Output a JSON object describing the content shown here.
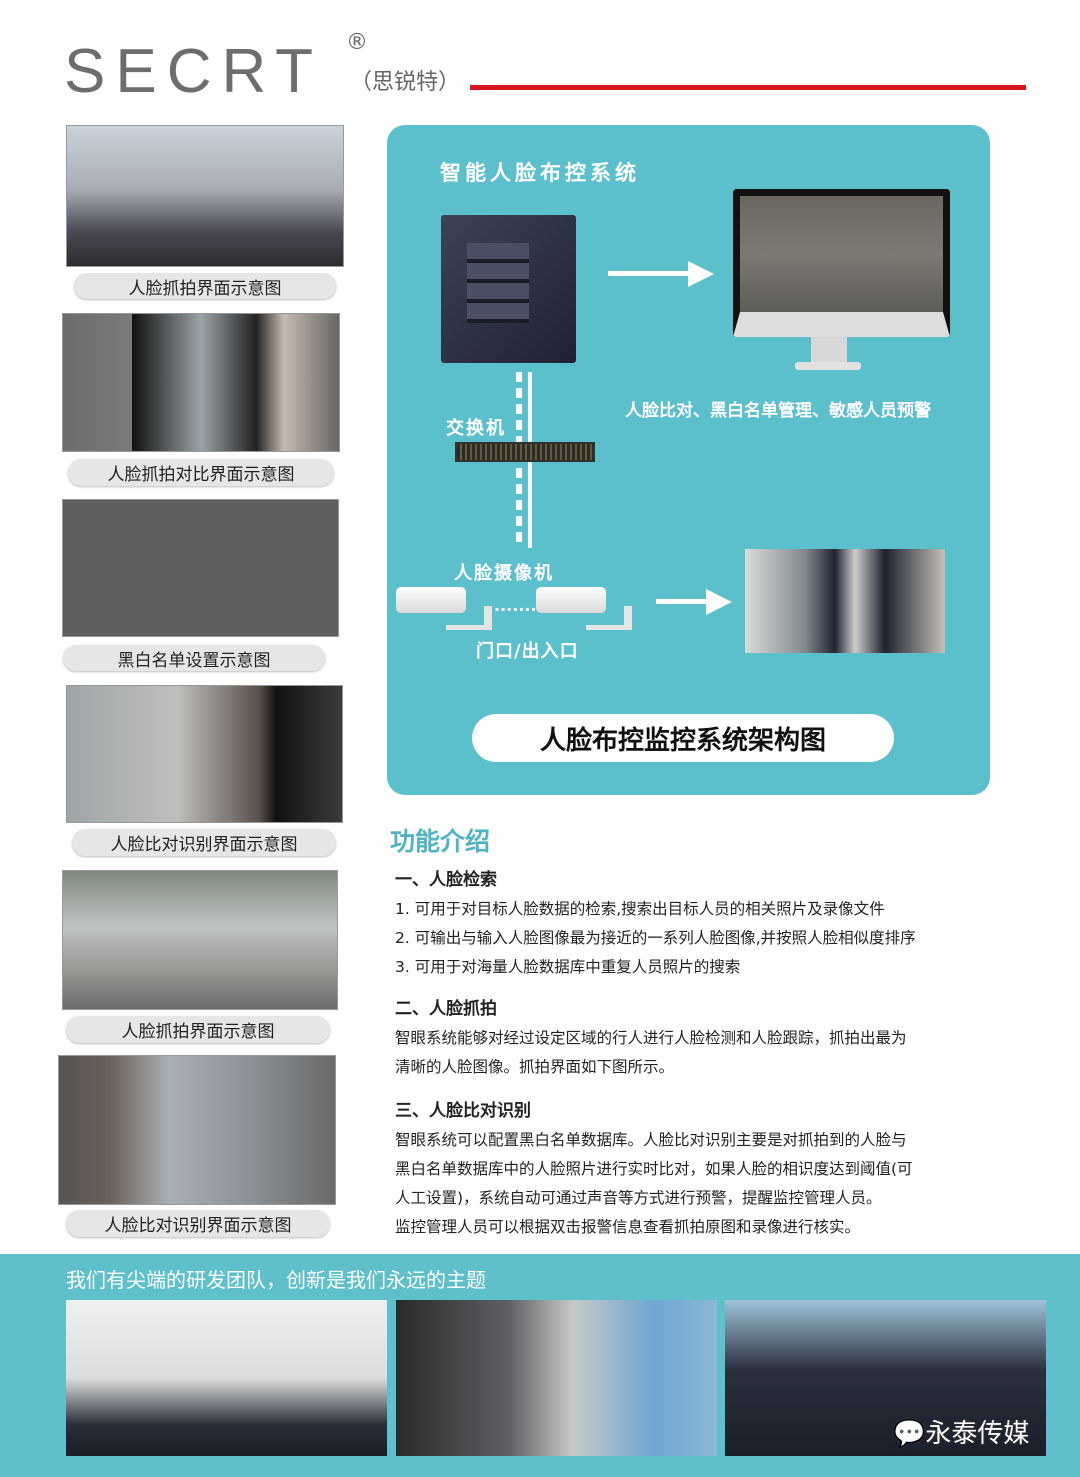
{
  "header": {
    "logo": "SECRT",
    "registered": "®",
    "chinese_name": "（思锐特）",
    "accent_color": "#d8141e"
  },
  "gallery": [
    {
      "caption": "人脸抓拍界面示意图"
    },
    {
      "caption": "人脸抓拍对比界面示意图"
    },
    {
      "caption": "黑白名单设置示意图"
    },
    {
      "caption": "人脸比对识别界面示意图"
    },
    {
      "caption": "人脸抓拍界面示意图"
    },
    {
      "caption": "人脸比对识别界面示意图"
    }
  ],
  "diagram": {
    "title": "智能人脸布控系统",
    "switch_label": "交换机",
    "monitor_caption": "人脸比对、黑白名单管理、敏感人员预警",
    "camera_label": "人脸摄像机",
    "entrance_label": "门口/出入口",
    "dots": "·······",
    "footer": "人脸布控监控系统架构图",
    "panel_color": "#5bbfcc"
  },
  "features": {
    "title": "功能介绍",
    "sections": [
      {
        "heading": "一、人脸检索",
        "lines": [
          "1. 可用于对目标人脸数据的检索,搜索出目标人员的相关照片及录像文件",
          "2. 可输出与输入人脸图像最为接近的一系列人脸图像,并按照人脸相似度排序",
          "3. 可用于对海量人脸数据库中重复人员照片的搜索"
        ]
      },
      {
        "heading": "二、人脸抓拍",
        "lines": [
          "智眼系统能够对经过设定区域的行人进行人脸检测和人脸跟踪，抓拍出最为",
          "清晰的人脸图像。抓拍界面如下图所示。"
        ]
      },
      {
        "heading": "三、人脸比对识别",
        "lines": [
          "智眼系统可以配置黑白名单数据库。人脸比对识别主要是对抓拍到的人脸与",
          "黑白名单数据库中的人脸照片进行实时比对，如果人脸的相识度达到阈值(可",
          "人工设置)，系统自动可通过声音等方式进行预警，提醒监控管理人员。",
          "监控管理人员可以根据双击报警信息查看抓拍原图和录像进行核实。"
        ]
      }
    ]
  },
  "team": {
    "title": "我们有尖端的研发团队，创新是我们永远的主题",
    "watermark": "永泰传媒"
  }
}
